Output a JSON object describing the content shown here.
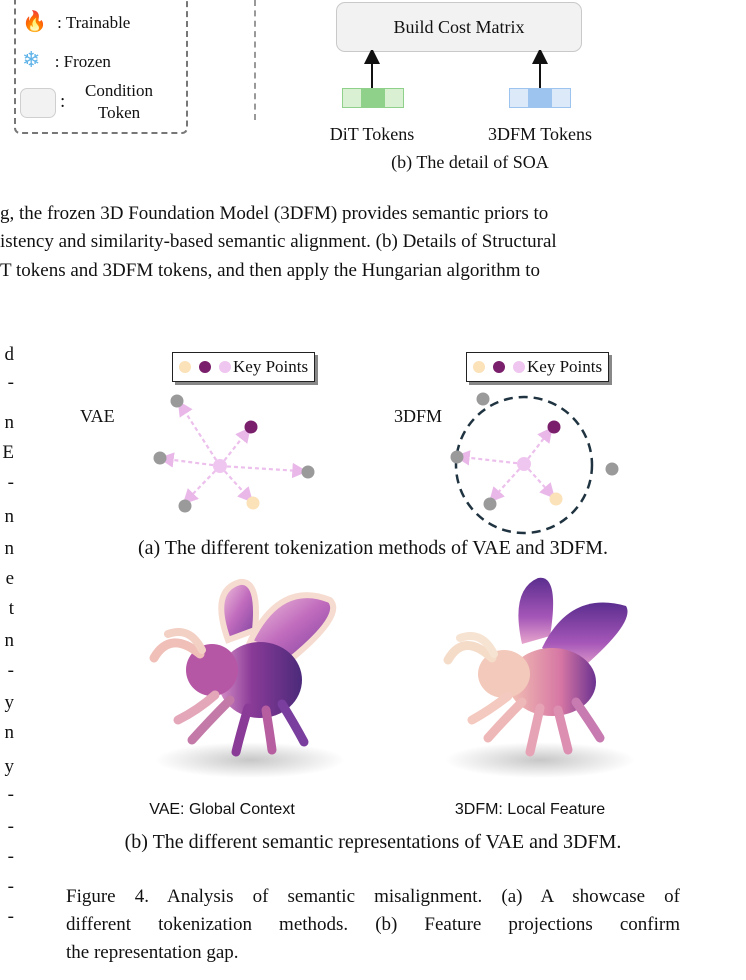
{
  "legend": {
    "trainable": ": Trainable",
    "frozen": ":  Frozen",
    "colon": ":",
    "condition_line1": "Condition",
    "condition_line2": "Token"
  },
  "soa": {
    "cost_matrix": "Build Cost Matrix",
    "dit_tokens": "DiT Tokens",
    "dfm_tokens": "3DFM Tokens",
    "caption": "(b) The detail of SOA"
  },
  "upper_caption": {
    "line1": "g, the frozen 3D Foundation Model (3DFM) provides semantic priors to",
    "line2": "istency and similarity-based semantic alignment. (b) Details of Structural",
    "line3": "T tokens and 3DFM tokens, and then apply the Hungarian algorithm to"
  },
  "left_column_fragments": [
    "d",
    "-",
    "n",
    "E",
    "-",
    "n",
    "n",
    "e",
    "t",
    "n",
    "-",
    "y",
    "n",
    "y",
    "-",
    "-",
    "-",
    "-",
    "-"
  ],
  "tokenization": {
    "legend_label": "Key Points",
    "vae_label": "VAE",
    "dfm_label": "3DFM",
    "caption": "(a) The different tokenization methods of VAE and 3DFM."
  },
  "semantic": {
    "vae_label": "VAE: Global Context",
    "dfm_label": "3DFM: Local Feature",
    "caption": "(b) The different semantic representations of VAE and 3DFM."
  },
  "figure4": {
    "line1": "Figure 4.  Analysis of semantic misalignment.  (a) A showcase of",
    "line2": "different tokenization methods.  (b) Feature projections confirm",
    "line3": "the representation gap."
  },
  "colors": {
    "dit_green": "#8fd18a",
    "dfm_blue": "#9cc4ee",
    "kp_cream": "#fbe2b8",
    "kp_purple": "#7a1f6b",
    "kp_pink": "#efc6ef",
    "kp_gray": "#9a9a9a",
    "circle": "#1f3340"
  }
}
